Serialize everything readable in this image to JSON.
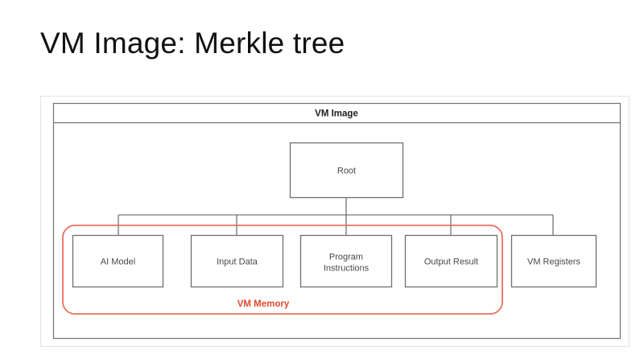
{
  "slide": {
    "title": "VM Image: Merkle tree"
  },
  "diagram": {
    "frame_title": "VM Image",
    "root": {
      "label": "Root"
    },
    "leaves": [
      {
        "label": "AI Model",
        "lines": [
          "AI Model"
        ]
      },
      {
        "label": "Input Data",
        "lines": [
          "Input Data"
        ]
      },
      {
        "label": "Program Instructions",
        "lines": [
          "Program",
          "Instructions"
        ]
      },
      {
        "label": "Output Result",
        "lines": [
          "Output Result"
        ]
      },
      {
        "label": "VM Registers",
        "lines": [
          "VM Registers"
        ]
      }
    ],
    "group": {
      "label": "VM Memory",
      "members": [
        "AI Model",
        "Input Data",
        "Program Instructions",
        "Output Result"
      ]
    },
    "colors": {
      "group_accent": "#e8705c",
      "group_label_text": "#e24a2c",
      "box_stroke": "#6c7073",
      "frame_stroke": "#6f7376",
      "outer_frame_stroke": "#e3e3e3",
      "node_text": "#45484b",
      "title_text": "#111111",
      "background": "#ffffff"
    }
  }
}
